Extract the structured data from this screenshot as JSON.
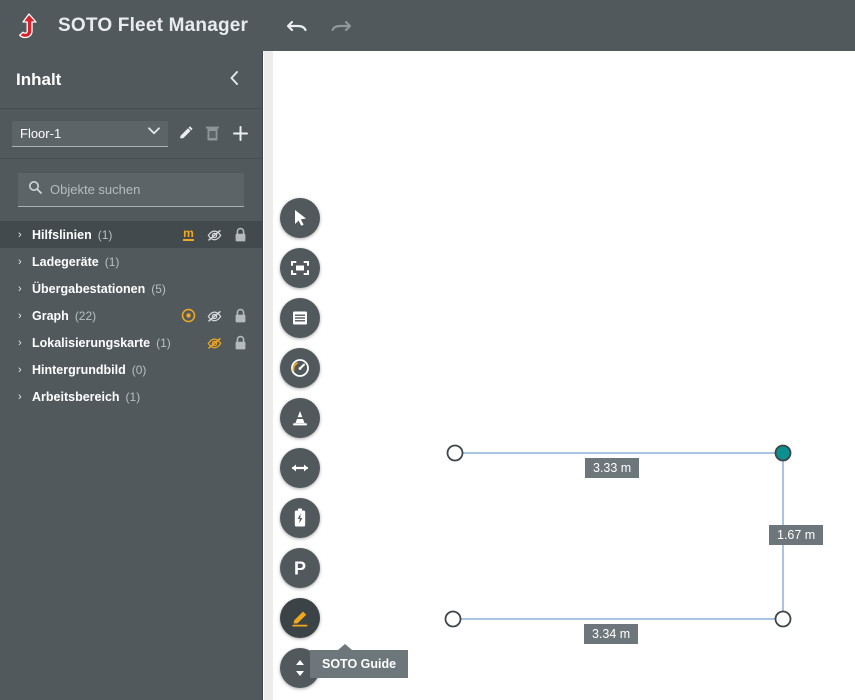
{
  "header": {
    "logo_icon": "soto-arrow-logo",
    "title": "SOTO Fleet Manager",
    "undo_icon": "undo-arrow-icon",
    "redo_icon": "redo-arrow-icon"
  },
  "sidebar": {
    "title": "Inhalt",
    "collapse_icon": "chevron-left-icon",
    "floor": {
      "selected": "Floor-1",
      "chevron_icon": "chevron-down-icon",
      "edit_icon": "pencil-icon",
      "delete_icon": "trash-icon",
      "add_icon": "plus-icon"
    },
    "search": {
      "placeholder": "Objekte suchen",
      "value": "",
      "icon": "search-icon"
    },
    "tree": [
      {
        "label": "Hilfslinien",
        "count": "(1)",
        "selected": true,
        "icons": {
          "unit": "m",
          "visibility": "eye-off-icon",
          "visibility_state": "gray",
          "lock": "lock-icon"
        }
      },
      {
        "label": "Ladegeräte",
        "count": "(1)",
        "selected": false,
        "icons": {
          "unit": null,
          "visibility": null,
          "visibility_state": null,
          "lock": null
        }
      },
      {
        "label": "Übergabestationen",
        "count": "(5)",
        "selected": false,
        "icons": {
          "unit": null,
          "visibility": null,
          "visibility_state": null,
          "lock": null
        }
      },
      {
        "label": "Graph",
        "count": "(22)",
        "selected": false,
        "icons": {
          "unit": "target-icon",
          "visibility": "eye-off-icon",
          "visibility_state": "gray",
          "lock": "lock-icon"
        }
      },
      {
        "label": "Lokalisierungskarte",
        "count": "(1)",
        "selected": false,
        "icons": {
          "unit": null,
          "visibility": "eye-off-icon",
          "visibility_state": "orange",
          "lock": "lock-icon"
        }
      },
      {
        "label": "Hintergrundbild",
        "count": "(0)",
        "selected": false,
        "icons": {
          "unit": null,
          "visibility": null,
          "visibility_state": null,
          "lock": null
        }
      },
      {
        "label": "Arbeitsbereich",
        "count": "(1)",
        "selected": false,
        "icons": {
          "unit": null,
          "visibility": null,
          "visibility_state": null,
          "lock": null
        }
      }
    ]
  },
  "toolbar": {
    "tools": [
      {
        "icon": "cursor-pointer-icon",
        "active": false
      },
      {
        "icon": "select-area-icon",
        "active": false
      },
      {
        "icon": "rack-shelf-icon",
        "active": false
      },
      {
        "icon": "speedometer-icon",
        "active": false
      },
      {
        "icon": "traffic-cone-icon",
        "active": false
      },
      {
        "icon": "double-arrow-icon",
        "active": false
      },
      {
        "icon": "battery-charge-icon",
        "active": false
      },
      {
        "icon": "parking-p-icon",
        "active": false
      },
      {
        "icon": "pencil-draw-icon",
        "active": true
      },
      {
        "icon": "up-down-arrows-icon",
        "active": false
      }
    ],
    "tooltip": "SOTO Guide"
  },
  "canvas": {
    "measurements": [
      {
        "label": "3.33 m",
        "orientation": "horizontal"
      },
      {
        "label": "1.67 m",
        "orientation": "vertical"
      },
      {
        "label": "3.34 m",
        "orientation": "horizontal"
      }
    ],
    "nodes": [
      {
        "name": "node-top-left",
        "filled": false
      },
      {
        "name": "node-top-right",
        "filled": true
      },
      {
        "name": "node-bottom-left",
        "filled": false
      },
      {
        "name": "node-bottom-right",
        "filled": false
      }
    ]
  },
  "colors": {
    "chrome": "#51595d",
    "accent_orange": "#f2a81d",
    "node_active": "#0b8f8f",
    "measure_line": "#a9c5e3",
    "label_bg": "#6d767a",
    "logo_red": "#d7232a"
  }
}
